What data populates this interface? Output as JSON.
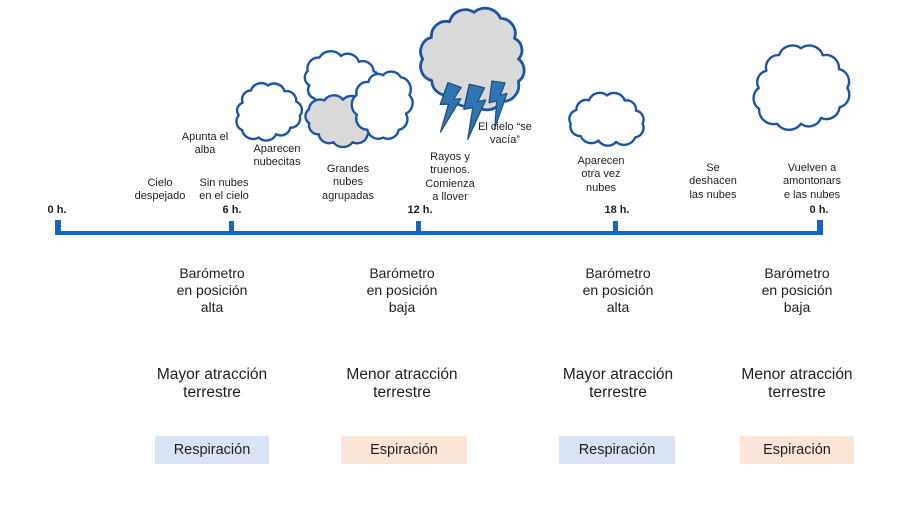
{
  "palette": {
    "timeline_blue": "#1565c0",
    "cloud_outline_blue": "#1d55a3",
    "cloud_grey_fill": "#d9d9d9",
    "lightning_blue": "#2e75b6",
    "lightning_outline": "#1f4e79",
    "respiracion_box_blue": "#dae3f3",
    "espiracion_box_peach": "#fbe5d6",
    "text_color": "#1f1f1f"
  },
  "timeline": {
    "tick_labels": [
      "0 h.",
      "6 h.",
      "12 h.",
      "18 h.",
      "0 h."
    ]
  },
  "sky_labels": [
    {
      "id": "cielo-despejado",
      "text": "Cielo\ndespejado"
    },
    {
      "id": "apunta-el-alba",
      "text": "Apunta el\nalba"
    },
    {
      "id": "sin-nubes",
      "text": "Sin nubes\nen el cielo"
    },
    {
      "id": "aparecen-nubecitas",
      "text": "Aparecen\nnubecitas"
    },
    {
      "id": "grandes-nubes",
      "text": "Grandes\nnubes\nagrupadas"
    },
    {
      "id": "rayos-truenos",
      "text": "Rayos y\ntruenos.\nComienza\na llover"
    },
    {
      "id": "cielo-se-vacia",
      "text": "El cielo “se\nvacía”"
    },
    {
      "id": "aparecen-otra-vez",
      "text": "Aparecen\notra vez\nnubes"
    },
    {
      "id": "se-deshacen",
      "text": "Se\ndeshacen\nlas nubes"
    },
    {
      "id": "vuelven-amontonarse",
      "text": "Vuelven a\namontonars\ne las nubes"
    }
  ],
  "phases": [
    {
      "barometer": "Barómetro\nen posición\nalta",
      "attraction": "Mayor atracción\nterrestre",
      "breath": "Respiración",
      "breath_color": "#dae3f3"
    },
    {
      "barometer": "Barómetro\nen posición\nbaja",
      "attraction": "Menor atracción\nterrestre",
      "breath": "Espiración",
      "breath_color": "#fbe5d6"
    },
    {
      "barometer": "Barómetro\nen posición\nalta",
      "attraction": "Mayor atracción\nterrestre",
      "breath": "Respiración",
      "breath_color": "#dae3f3"
    },
    {
      "barometer": "Barómetro\nen posición\nbaja",
      "attraction": "Menor atracción\nterrestre",
      "breath": "Espiración",
      "breath_color": "#fbe5d6"
    }
  ],
  "clouds": [
    {
      "id": "nubecitas",
      "style": "white"
    },
    {
      "id": "grandes-top",
      "style": "white"
    },
    {
      "id": "grandes-grey",
      "style": "grey"
    },
    {
      "id": "grandes-right",
      "style": "white"
    },
    {
      "id": "storm",
      "style": "grey",
      "lightning_bolts": 3
    },
    {
      "id": "otra-vez-nubes",
      "style": "white"
    },
    {
      "id": "amontonarse",
      "style": "white"
    }
  ]
}
